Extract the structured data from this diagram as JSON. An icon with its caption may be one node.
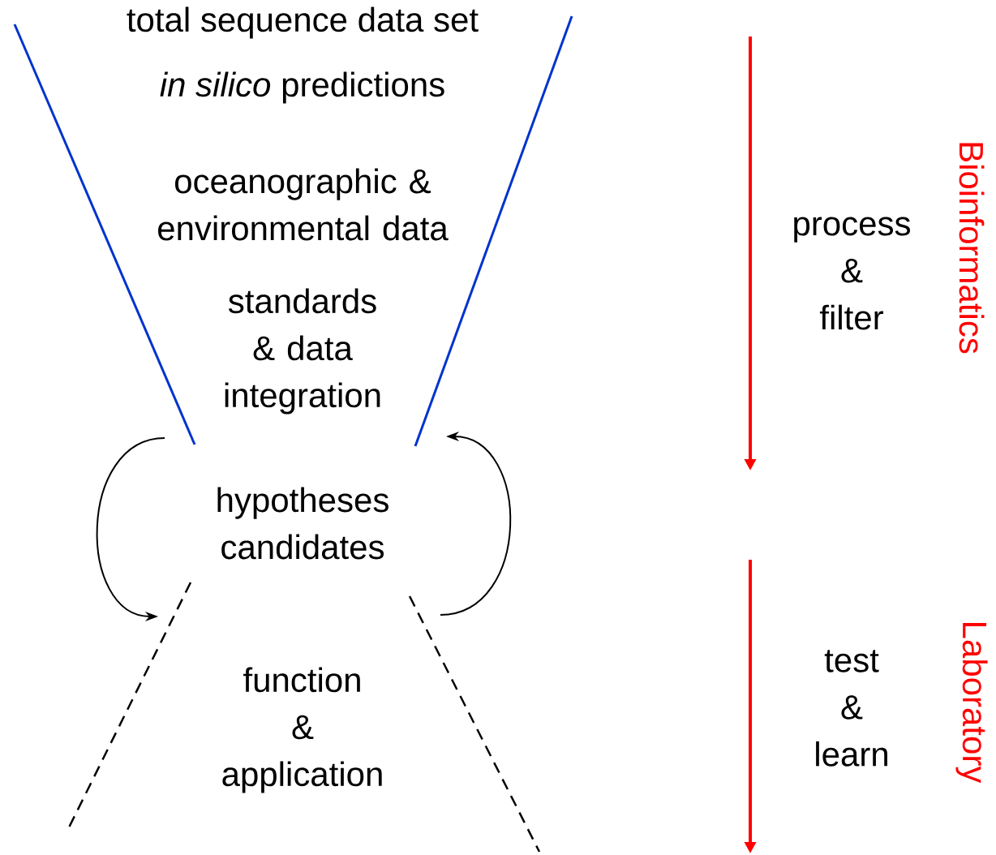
{
  "diagram": {
    "labels": [
      "total sequence data set",
      "*in silico* predictions",
      "oceanographic & environmental data",
      "standards & data integration",
      "hypotheses candidates",
      "function & application",
      "process & filter",
      "Bioinformatics",
      "test & learn",
      "Laboratory"
    ]
  }
}
